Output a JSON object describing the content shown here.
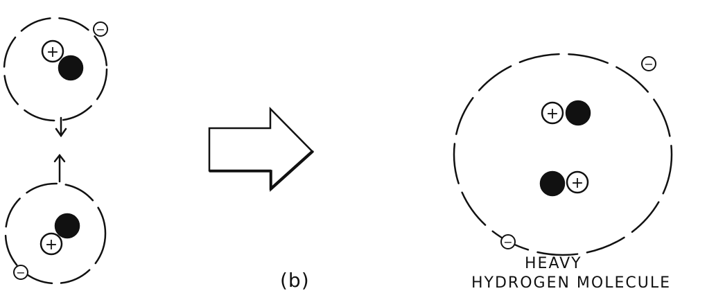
{
  "figure": {
    "label": "(b)",
    "title_line1": "HEAVY",
    "title_line2": "HYDROGEN MOLECULE"
  },
  "symbols": {
    "positive": "+",
    "negative": "−"
  },
  "colors": {
    "ink": "#111111",
    "background": "#ffffff"
  }
}
